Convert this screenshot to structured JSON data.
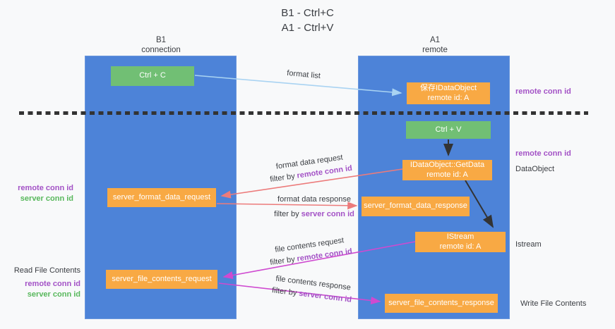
{
  "title": {
    "line1": "B1 - Ctrl+C",
    "line2": "A1 - Ctrl+V"
  },
  "columns": {
    "left": {
      "name": "B1",
      "role": "connection"
    },
    "right": {
      "name": "A1",
      "role": "remote"
    }
  },
  "boxes": {
    "ctrl_c": "Ctrl + C",
    "ctrl_v": "Ctrl + V",
    "save_idataobject": {
      "line1": "保存IDataObject",
      "line2": "remote id: A"
    },
    "getdata": {
      "line1": "IDataObject::GetData",
      "line2": "remote id: A"
    },
    "istream": {
      "line1": "IStream",
      "line2": "remote id: A"
    },
    "server_format_data_request": "server_format_data_request",
    "server_format_data_response": "server_format_data_response",
    "server_file_contents_request": "server_file_contents_request",
    "server_file_contents_response": "server_file_contents_response"
  },
  "arrow_labels": {
    "format_list": "format list",
    "format_data_request": "format data request",
    "format_data_response": "format data response",
    "file_contents_request": "file contents request",
    "file_contents_response": "file contents response",
    "filter_by": "filter by ",
    "remote_conn_id": "remote conn id",
    "server_conn_id": "server conn id"
  },
  "side_labels": {
    "left_remote_conn_id_mid": "remote conn id",
    "left_server_conn_id_mid": "server conn id",
    "read_file_contents": "Read File Contents",
    "left_remote_conn_id_bottom": "remote conn id",
    "left_server_conn_id_bottom": "server conn id",
    "right_remote_conn_id_top": "remote conn id",
    "right_remote_conn_id_mid": "remote conn id",
    "data_object": "DataObject",
    "istream": "Istream",
    "write_file_contents": "Write File Contents"
  },
  "colors": {
    "lifeline_blue": "#4d83d8",
    "box_green": "#71bf74",
    "box_orange": "#f8a944",
    "purple_text": "#a352c6",
    "green_text": "#58b85c",
    "arrow_light_blue": "#a9d3f2",
    "arrow_salmon": "#ec7b7b",
    "arrow_magenta": "#cf4ad0",
    "arrow_black": "#333333",
    "background": "#f8f9fa"
  }
}
